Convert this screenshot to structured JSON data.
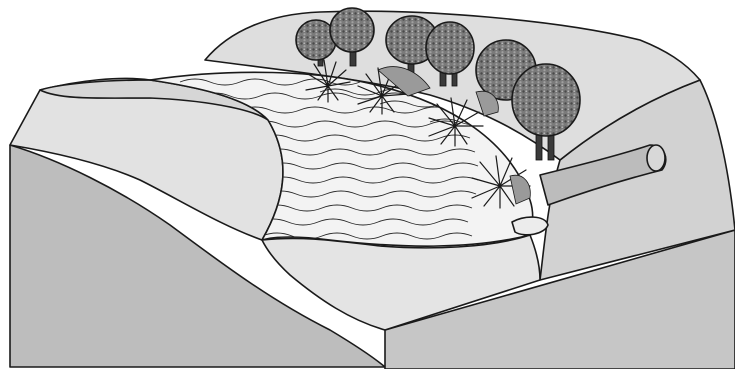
{
  "figure": {
    "kind": "block diagram",
    "subject": "wetland basin",
    "colors": {
      "background": "#ffffff",
      "block_side_dark": "#bdbdbd",
      "block_side_mid": "#cfcfcf",
      "block_top": "#e0e0e0",
      "water": "#f2f2f2",
      "outline": "#1a1a1a",
      "tree_canopy": "#6e6e6e",
      "tree_trunk": "#3a3a3a"
    },
    "elements": {
      "water_lines": 15,
      "shrubs": 4,
      "trees": 6,
      "drainage_channel": 1
    }
  }
}
